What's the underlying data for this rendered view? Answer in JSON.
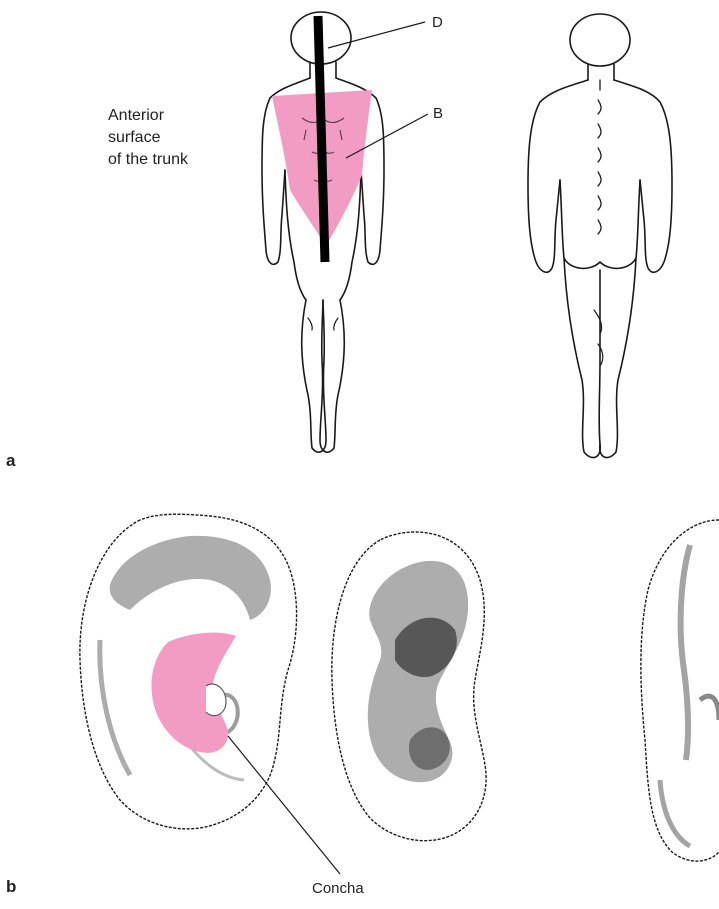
{
  "panels": {
    "a": {
      "label": "a",
      "labels": {
        "D": "D",
        "B": "B",
        "trunk_lines": [
          "Anterior",
          "surface",
          "of the trunk"
        ]
      }
    },
    "b": {
      "label": "b",
      "labels": {
        "concha": "Concha"
      }
    }
  },
  "colors": {
    "highlight": "#f29bc3",
    "outline": "#1a1a1a",
    "shade": "#5a5a5a",
    "bar": "#000000"
  },
  "icons": {
    "figure_front": "human-front-outline",
    "figure_back": "human-back-outline",
    "ear_left": "ear-concha-highlighted",
    "ear_mid": "ear-shaded",
    "ear_right": "ear-side-partial"
  }
}
